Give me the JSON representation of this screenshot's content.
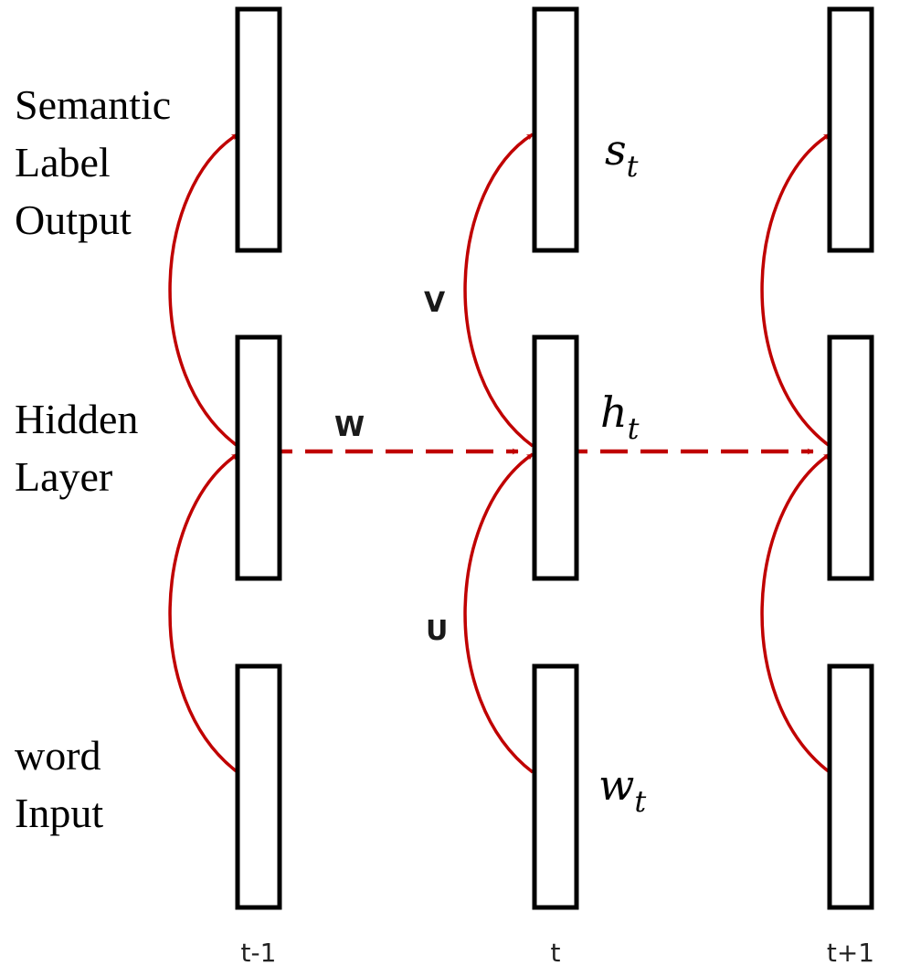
{
  "colors": {
    "arrow": "#c00000",
    "box_stroke": "#000000"
  },
  "rows": {
    "output": {
      "lines": [
        "Semantic",
        "Label",
        "Output"
      ],
      "symbol": "s",
      "subscript": "t"
    },
    "hidden": {
      "lines": [
        "Hidden",
        "Layer"
      ],
      "symbol": "h",
      "subscript": "t"
    },
    "input": {
      "lines": [
        "word",
        "Input"
      ],
      "symbol": "w",
      "subscript": "t"
    }
  },
  "weights": {
    "output": "V",
    "recurrent": "W",
    "input": "U"
  },
  "timesteps": [
    "t-1",
    "t",
    "t+1"
  ]
}
